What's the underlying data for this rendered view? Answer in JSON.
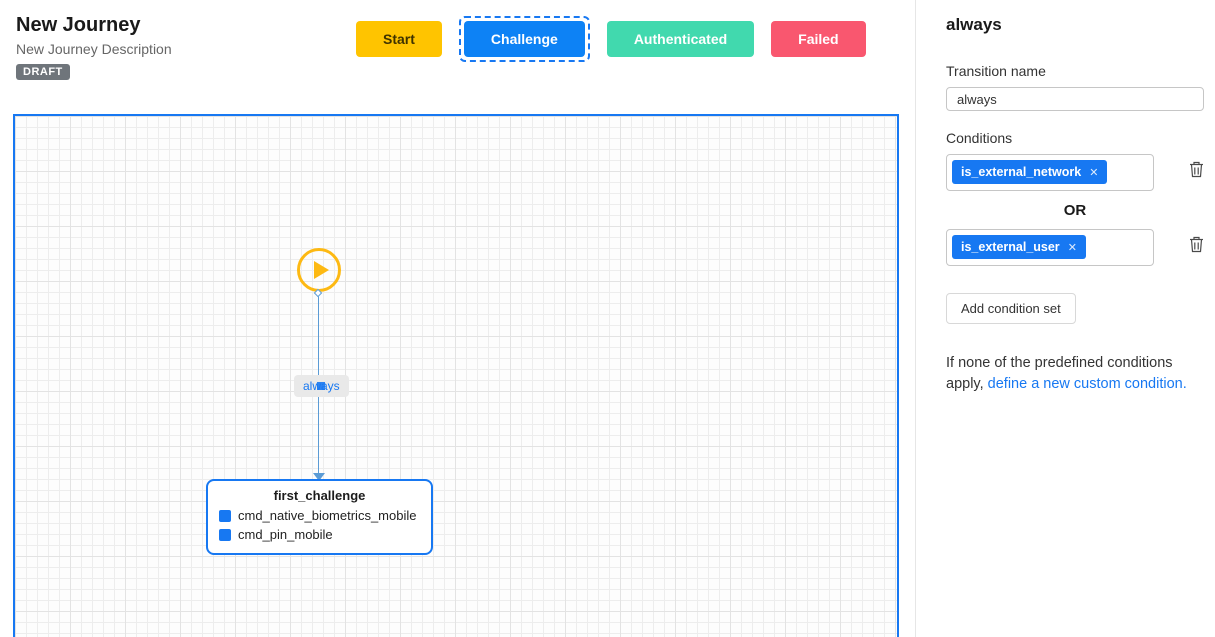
{
  "header": {
    "title": "New Journey",
    "description": "New Journey Description",
    "status_badge": "DRAFT"
  },
  "toolbar": {
    "buttons": [
      {
        "label": "Start",
        "color": "#ffc400",
        "text_color": "#3e3200",
        "selected": false
      },
      {
        "label": "Challenge",
        "color": "#0d82f5",
        "text_color": "#ffffff",
        "selected": true
      },
      {
        "label": "Authenticated",
        "color": "#41d9ae",
        "text_color": "#ffffff",
        "selected": false
      },
      {
        "label": "Failed",
        "color": "#f9576f",
        "text_color": "#ffffff",
        "selected": false
      }
    ],
    "selection_color": "#1778f2"
  },
  "canvas": {
    "border_color": "#1778f2",
    "edge_label": "always",
    "node": {
      "title": "first_challenge",
      "accent_color": "#1778f2",
      "items": [
        "cmd_native_biometrics_mobile",
        "cmd_pin_mobile"
      ]
    }
  },
  "sidebar": {
    "title": "always",
    "transition_name_label": "Transition name",
    "transition_name_value": "always",
    "conditions_label": "Conditions",
    "or_label": "OR",
    "condition_sets": [
      {
        "chips": [
          "is_external_network"
        ]
      },
      {
        "chips": [
          "is_external_user"
        ]
      }
    ],
    "chip_color": "#1778f2",
    "add_condition_set_label": "Add condition set",
    "custom_condition_text": "If none of the predefined conditions apply, ",
    "custom_condition_link": "define a new custom condition."
  }
}
